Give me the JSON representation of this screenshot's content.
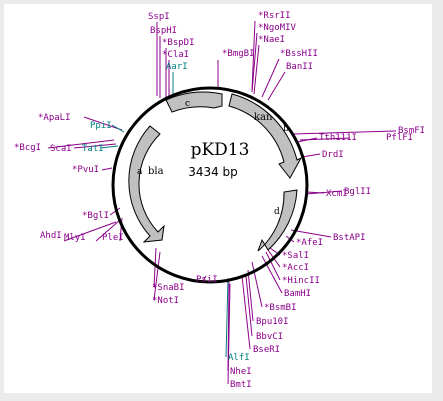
{
  "plasmid": {
    "name": "pKD13",
    "size": "3434 bp",
    "features": [
      {
        "label": "kan",
        "letter": "b",
        "letter2": "c"
      },
      {
        "label": "bla",
        "letter": "a"
      },
      {
        "label": "",
        "letter": "d"
      }
    ]
  },
  "colors": {
    "background": "#ebebeb",
    "panel": "#ffffff",
    "unique": "#8b008b",
    "double": "#008080",
    "ring": "#000000",
    "arrow": "#c0c0c0"
  },
  "sites": [
    {
      "text": "SspI",
      "color": "purple"
    },
    {
      "text": "BspHI",
      "color": "purple"
    },
    {
      "text": "*BspDI",
      "color": "purple"
    },
    {
      "text": "*ClaI",
      "color": "purple"
    },
    {
      "text": "AarI",
      "color": "teal"
    },
    {
      "text": "*BmgBI",
      "color": "purple"
    },
    {
      "text": "*RsrII",
      "color": "purple"
    },
    {
      "text": "*NgoMIV",
      "color": "purple"
    },
    {
      "text": "*NaeI",
      "color": "purple"
    },
    {
      "text": "*BssHII",
      "color": "purple"
    },
    {
      "text": "BanII",
      "color": "purple"
    },
    {
      "text": "BsmFI",
      "color": "purple"
    },
    {
      "text": "Tth111I",
      "color": "purple"
    },
    {
      "text": "PflFI",
      "color": "purple"
    },
    {
      "text": "DrdI",
      "color": "purple"
    },
    {
      "text": "BglII",
      "color": "purple"
    },
    {
      "text": "XcmI",
      "color": "purple"
    },
    {
      "text": "BstAPI",
      "color": "purple"
    },
    {
      "text": "*AfeI",
      "color": "purple"
    },
    {
      "text": "*SalI",
      "color": "purple"
    },
    {
      "text": "*AccI",
      "color": "purple"
    },
    {
      "text": "*HincII",
      "color": "purple"
    },
    {
      "text": "BamHI",
      "color": "purple"
    },
    {
      "text": "*BsmBI",
      "color": "purple"
    },
    {
      "text": "Bpu10I",
      "color": "purple"
    },
    {
      "text": "BbvCI",
      "color": "purple"
    },
    {
      "text": "BseRI",
      "color": "purple"
    },
    {
      "text": "AlfI",
      "color": "teal"
    },
    {
      "text": "NheI",
      "color": "purple"
    },
    {
      "text": "BmtI",
      "color": "purple"
    },
    {
      "text": "PsiI",
      "color": "purple"
    },
    {
      "text": "*SnaBI",
      "color": "purple"
    },
    {
      "text": "*NotI",
      "color": "purple"
    },
    {
      "text": "AhdI",
      "color": "purple"
    },
    {
      "text": "MlyI",
      "color": "purple"
    },
    {
      "text": "PleI",
      "color": "purple"
    },
    {
      "text": "*BglI",
      "color": "purple"
    },
    {
      "text": "*PvuI",
      "color": "purple"
    },
    {
      "text": "*BcgI",
      "color": "purple"
    },
    {
      "text": "ScaI",
      "color": "purple"
    },
    {
      "text": "TatI",
      "color": "teal"
    },
    {
      "text": "*ApaLI",
      "color": "purple"
    },
    {
      "text": "PpiI",
      "color": "teal"
    }
  ]
}
